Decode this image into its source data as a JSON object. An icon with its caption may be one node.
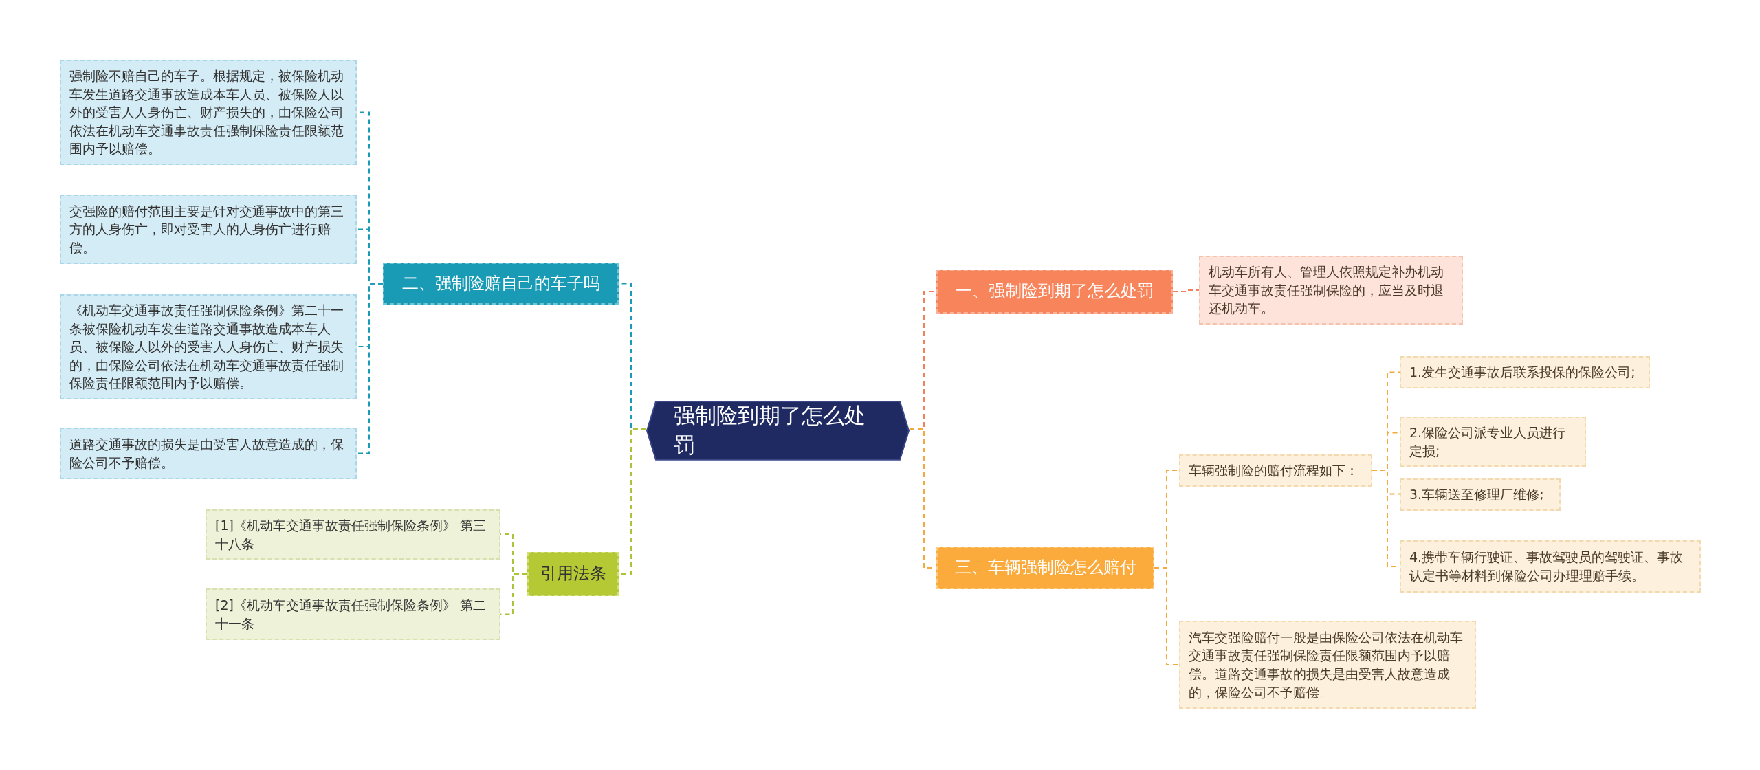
{
  "diagram": {
    "nodes": [
      {
        "text": [
          "强制险到期了怎么处罚"
        ]
      },
      {
        "text": [
          "二、强制险赔自己的车子吗"
        ]
      },
      {
        "text": [
          "强制险不赔自己的车子。根据规定，被保险机动车发生道路交通事故造成本车人员、被保险人以外的受害人人身伤亡、财产损失的，由保险公司依法在机动车交通事故责任强制保险责任限额范围内予以赔偿。"
        ]
      },
      {
        "text": [
          "交强险的赔付范围主要是针对交通事故中的第三方的人身伤亡，即对受害人的人身伤亡进行赔偿。"
        ]
      },
      {
        "text": [
          "《机动车交通事故责任强制保险条例》第二十一条被保险机动车发生道路交通事故造成本车人员、被保险人以外的受害人人身伤亡、财产损失的，由保险公司依法在机动车交通事故责任强制保险责任限额范围内予以赔偿。"
        ]
      },
      {
        "text": [
          "道路交通事故的损失是由受害人故意造成的，保险公司不予赔偿。"
        ]
      },
      {
        "text": [
          "引用法条"
        ]
      },
      {
        "text": [
          "[1]《机动车交通事故责任强制保险条例》 第三十八条"
        ]
      },
      {
        "text": [
          "[2]《机动车交通事故责任强制保险条例》 第二十一条"
        ]
      },
      {
        "text": [
          "一、强制险到期了怎么处罚"
        ]
      },
      {
        "text": [
          "机动车所有人、管理人依照规定补办机动车交通事故责任强制保险的，应当及时退还机动车。"
        ]
      },
      {
        "text": [
          "三、车辆强制险怎么赔付"
        ]
      },
      {
        "text": [
          "车辆强制险的赔付流程如下："
        ]
      },
      {
        "text": [
          "1.发生交通事故后联系投保的保险公司;"
        ]
      },
      {
        "text": [
          "2.保险公司派专业人员进行定损;"
        ]
      },
      {
        "text": [
          "3.车辆送至修理厂维修;"
        ]
      },
      {
        "text": [
          "4.携带车辆行驶证、事故驾驶员的驾驶证、事故认定书等材料到保险公司办理理赔手续。"
        ]
      },
      {
        "text": [
          "汽车交强险赔付一般是由保险公司依法在机动车交通事故责任强制保险责任限额范围内予以赔偿。道路交通事故的损失是由受害人故意造成的，保险公司不予赔偿。"
        ]
      }
    ],
    "edges": [
      {
        "from": 0,
        "to": 1,
        "arrow": "none",
        "color": "#1a9bb5"
      },
      {
        "from": 1,
        "to": 2,
        "arrow": "none",
        "color": "#1a9bb5"
      },
      {
        "from": 1,
        "to": 3,
        "arrow": "none",
        "color": "#1a9bb5"
      },
      {
        "from": 1,
        "to": 4,
        "arrow": "none",
        "color": "#1a9bb5"
      },
      {
        "from": 1,
        "to": 5,
        "arrow": "none",
        "color": "#1a9bb5"
      },
      {
        "from": 0,
        "to": 6,
        "arrow": "none",
        "color": "#a8c43a"
      },
      {
        "from": 6,
        "to": 7,
        "arrow": "none",
        "color": "#a8c43a"
      },
      {
        "from": 6,
        "to": 8,
        "arrow": "none",
        "color": "#a8c43a"
      },
      {
        "from": 0,
        "to": 9,
        "arrow": "none",
        "color": "#f0815a"
      },
      {
        "from": 9,
        "to": 10,
        "arrow": "none",
        "color": "#f0815a"
      },
      {
        "from": 0,
        "to": 11,
        "arrow": "none"
      },
      {
        "from": 11,
        "to": 12,
        "arrow": "none"
      },
      {
        "from": 12,
        "to": 13,
        "arrow": "none"
      },
      {
        "from": 12,
        "to": 14,
        "arrow": "none"
      },
      {
        "from": 12,
        "to": 15,
        "arrow": "none"
      },
      {
        "from": 12,
        "to": 16,
        "arrow": "none"
      },
      {
        "from": 11,
        "to": 17,
        "arrow": "none"
      }
    ]
  }
}
